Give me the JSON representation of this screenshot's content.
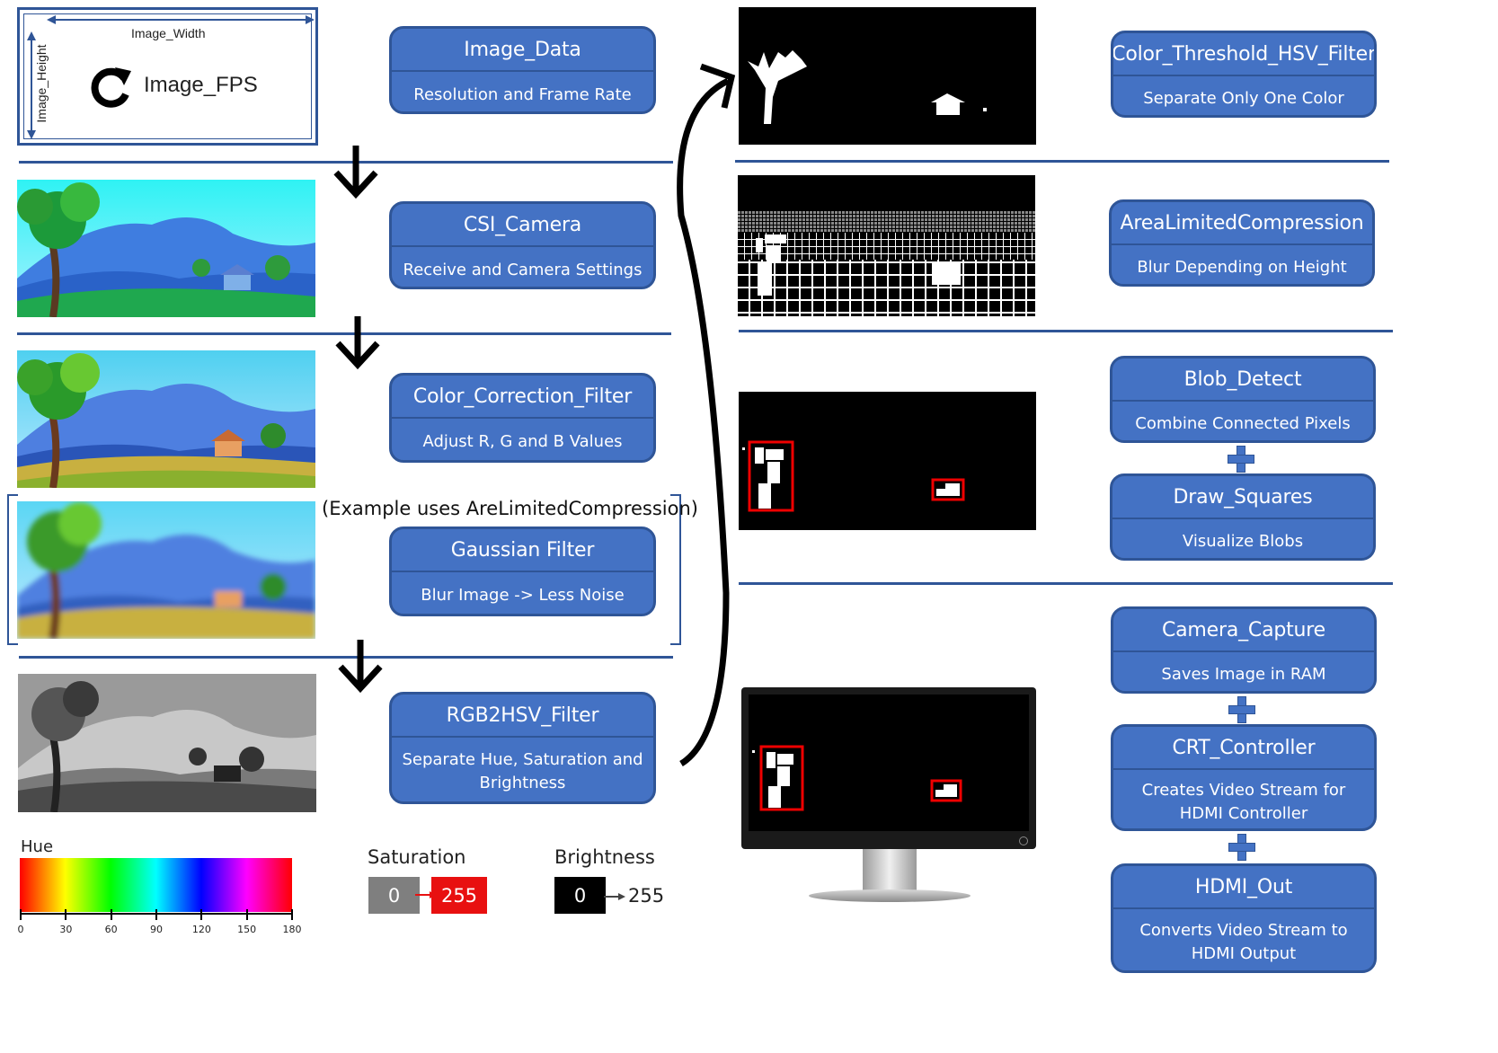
{
  "info_box": {
    "width_label": "Image_Width",
    "height_label": "Image_Height",
    "fps_label": "Image_FPS"
  },
  "modules_left": [
    {
      "title": "Image_Data",
      "subtitle": "Resolution and Frame Rate"
    },
    {
      "title": "CSI_Camera",
      "subtitle": "Receive and Camera Settings"
    },
    {
      "title": "Color_Correction_Filter",
      "subtitle": "Adjust R, G and B Values"
    },
    {
      "title": "Gaussian Filter",
      "subtitle": "Blur Image -> Less Noise"
    },
    {
      "title": "RGB2HSV_Filter",
      "subtitle": "Separate Hue, Saturation and Brightness"
    }
  ],
  "example_note": "(Example uses AreLimitedCompression)",
  "modules_right": [
    {
      "title": "Color_Threshold_HSV_Filter",
      "subtitle": "Separate Only One Color"
    },
    {
      "title": "AreaLimitedCompression",
      "subtitle": "Blur Depending on Height"
    },
    {
      "title": "Blob_Detect",
      "subtitle": "Combine Connected Pixels"
    },
    {
      "title": "Draw_Squares",
      "subtitle": "Visualize Blobs"
    },
    {
      "title": "Camera_Capture",
      "subtitle": "Saves Image in RAM"
    },
    {
      "title": "CRT_Controller",
      "subtitle": "Creates Video Stream for HDMI Controller"
    },
    {
      "title": "HDMI_Out",
      "subtitle": "Converts Video Stream to HDMI Output"
    }
  ],
  "hue": {
    "label": "Hue",
    "ticks": [
      "0",
      "30",
      "60",
      "90",
      "120",
      "150",
      "180"
    ]
  },
  "saturation": {
    "label": "Saturation",
    "from": "0",
    "to": "255"
  },
  "brightness": {
    "label": "Brightness",
    "from": "0",
    "to": "255"
  },
  "colors": {
    "box_fill": "#4472c4",
    "box_border": "#2f5597",
    "divider": "#2f5597",
    "saturation_to": "#e81010",
    "saturation_from": "#7f7f7f"
  }
}
